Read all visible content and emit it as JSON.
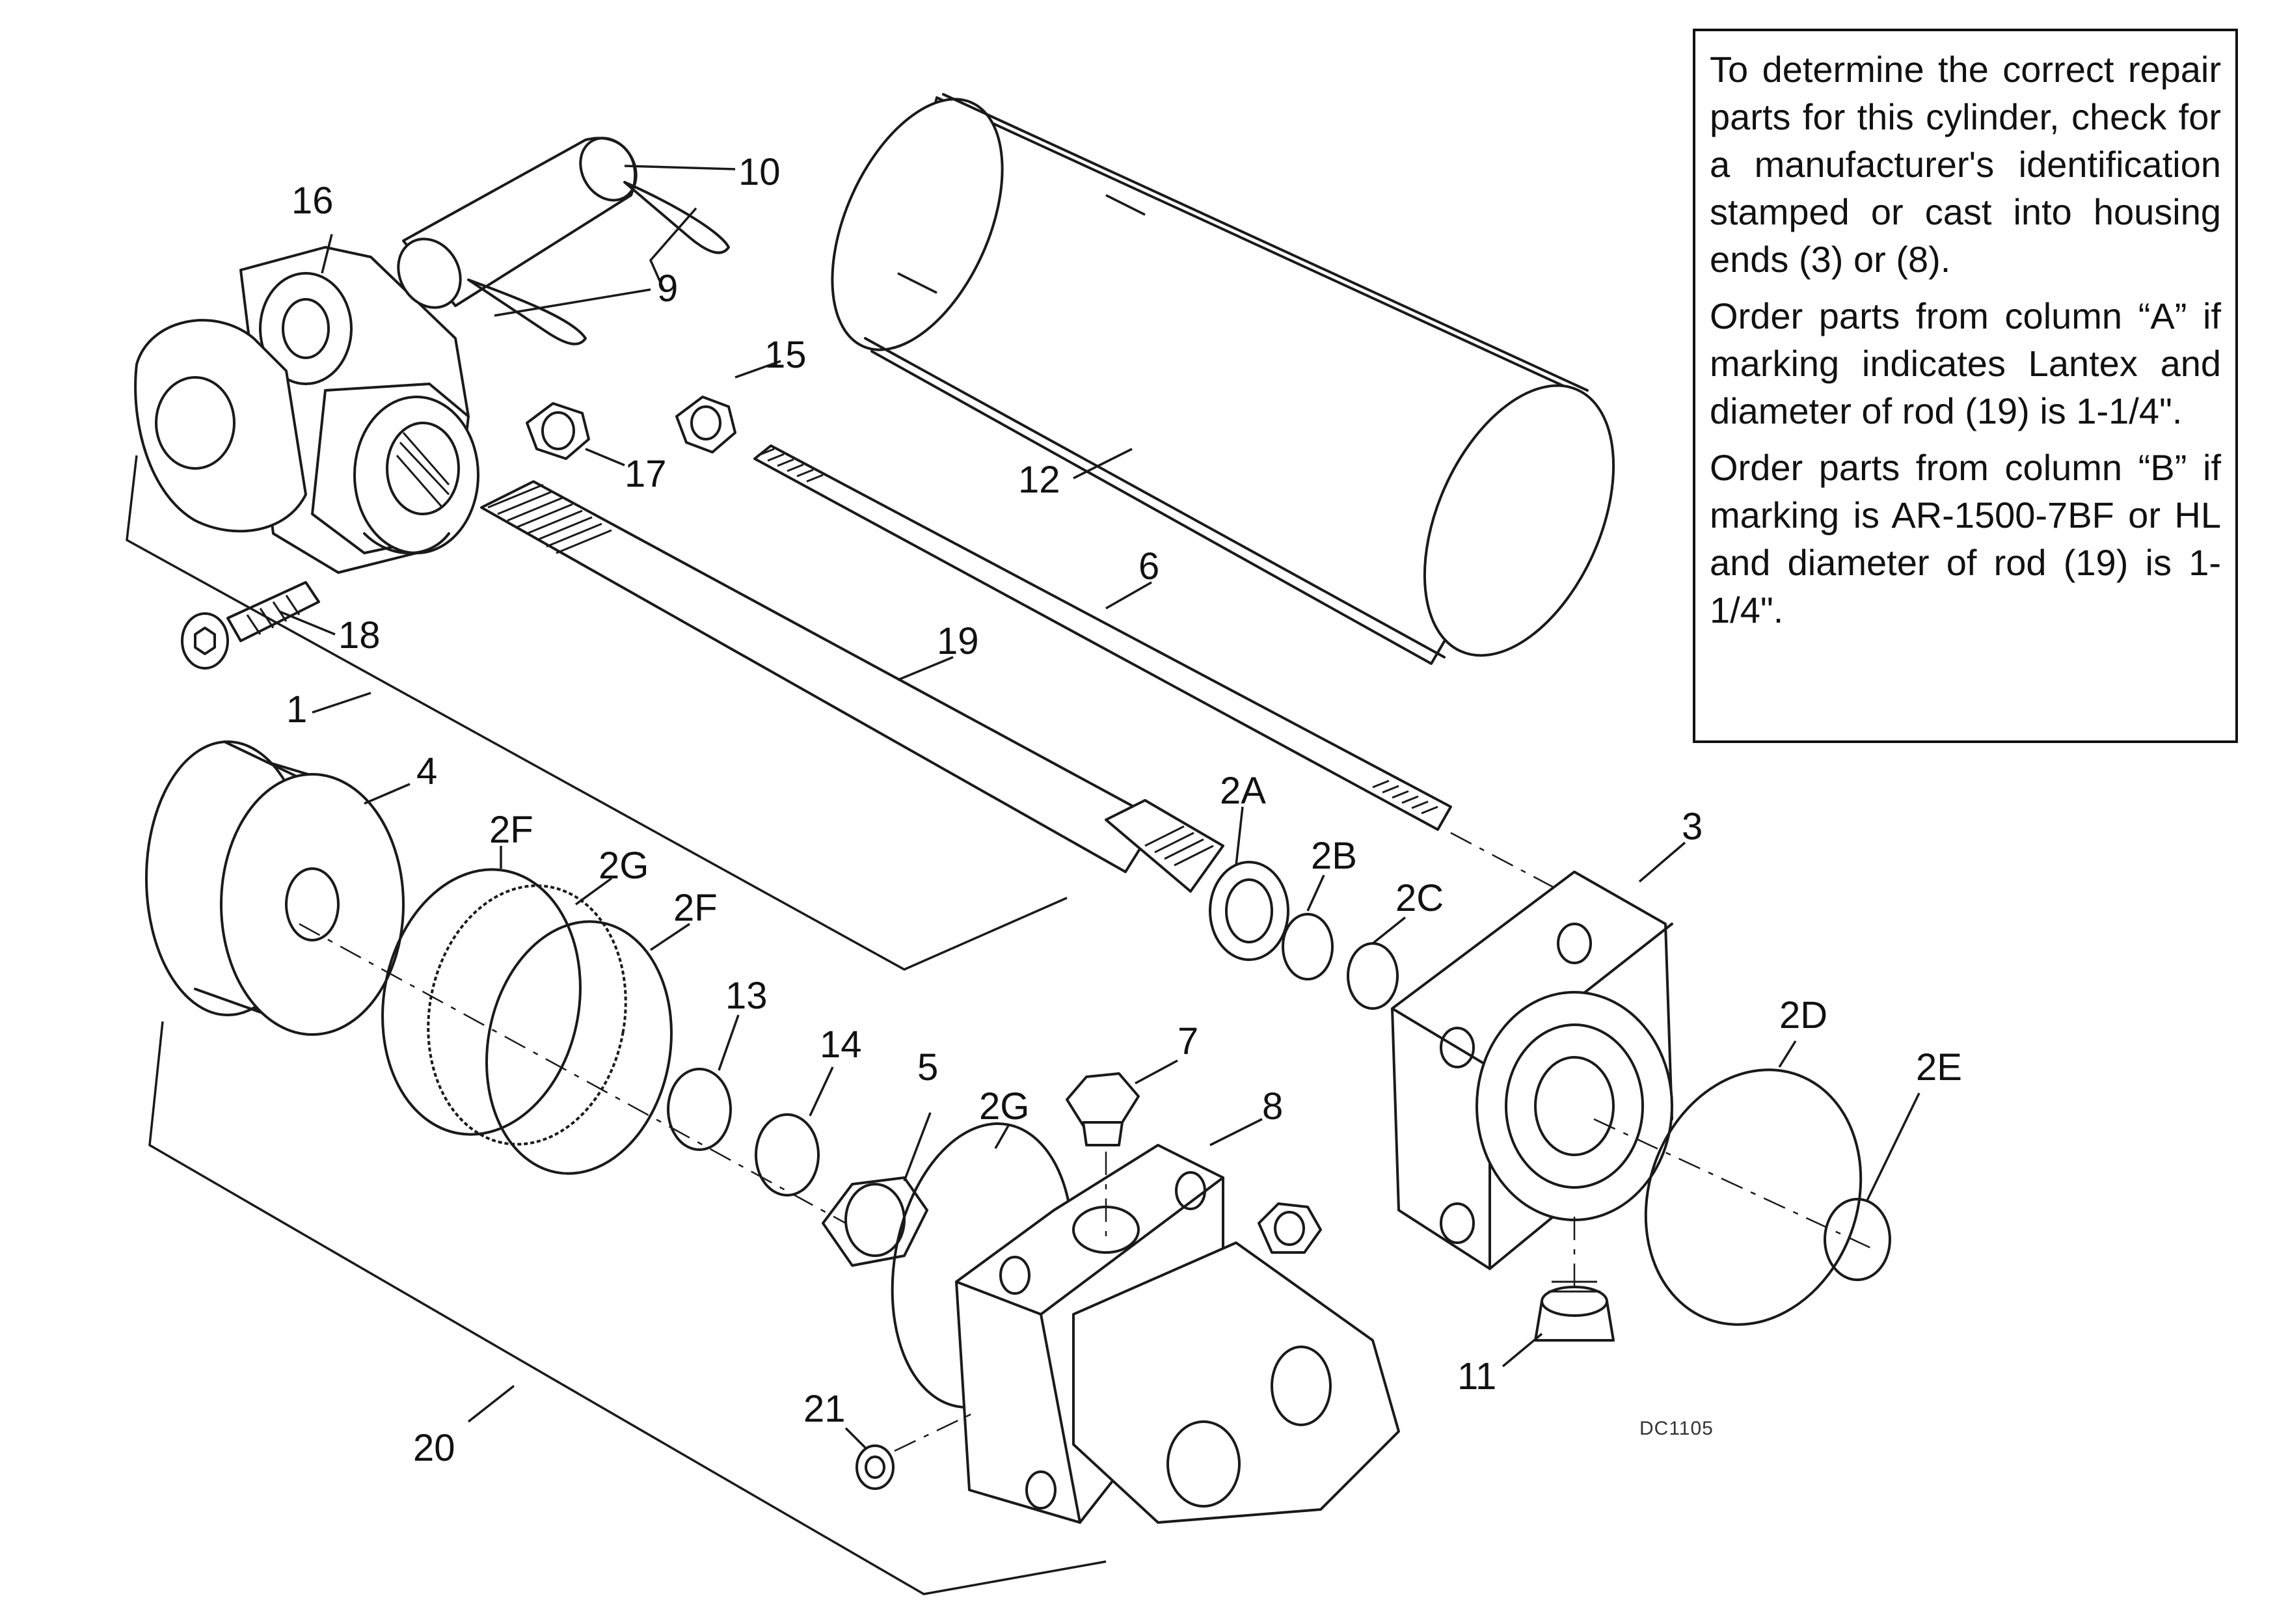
{
  "callouts": {
    "c16": "16",
    "c10": "10",
    "c9": "9",
    "c15": "15",
    "c17": "17",
    "c12": "12",
    "c6": "6",
    "c18": "18",
    "c19": "19",
    "c1": "1",
    "c4": "4",
    "c2A": "2A",
    "c2B": "2B",
    "c2C": "2C",
    "c3": "3",
    "c2F_a": "2F",
    "c2G_a": "2G",
    "c2F_b": "2F",
    "c13": "13",
    "c14": "14",
    "c5": "5",
    "c7": "7",
    "c2G_b": "2G",
    "c8": "8",
    "c2D": "2D",
    "c2E": "2E",
    "c11": "11",
    "c21": "21",
    "c20": "20"
  },
  "drawing_code": "DC1105",
  "note": {
    "p1": "To determine the correct repair parts for this cylinder, check for a manufacturer's identification stamped or cast into housing ends (3) or (8).",
    "p2": "Order parts from column “A” if marking indicates Lantex and diameter of rod (19) is 1-1/4\".",
    "p3": "Order parts from column “B” if marking is AR-1500-7BF or HL and diameter of rod (19) is 1-1/4\"."
  }
}
